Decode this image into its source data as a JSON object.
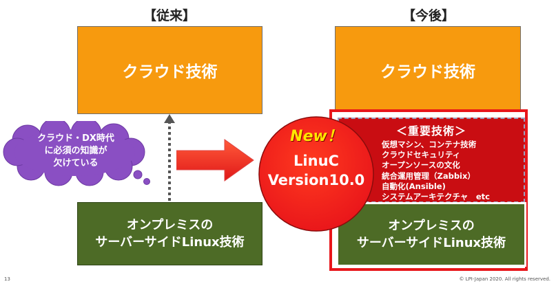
{
  "left_heading": "【従来】",
  "right_heading": "【今後】",
  "cloud_box_left": "クラウド技術",
  "cloud_box_right": "クラウド技術",
  "onprem_left": [
    "オンプレミスの",
    "サーバーサイドLinux技術"
  ],
  "onprem_right": [
    "オンプレミスの",
    "サーバーサイドLinux技術"
  ],
  "thought_bubble": [
    "クラウド・DX時代",
    "に必須の知識が",
    "欠けている"
  ],
  "badge": {
    "new": "New！",
    "line1": "LinuC",
    "line2": "Version10.0"
  },
  "skills": {
    "title": "＜重要技術＞",
    "items": [
      "仮想マシン、コンテナ技術",
      "クラウドセキュリティ",
      "オープンソースの文化",
      "統合運用管理（Zabbix）",
      "自動化(Ansible)",
      "システムアーキテクチャ　etc"
    ]
  },
  "footer": {
    "page_number": "13",
    "copyright": "© LPI-Japan 2020. All rights reserved."
  },
  "colors": {
    "orange": "#f79a0e",
    "green": "#4d6b26",
    "red": "#e8161b",
    "dark_red": "#c90d12",
    "bubble": "#8a4fc3",
    "new_yellow": "#ffe600"
  }
}
